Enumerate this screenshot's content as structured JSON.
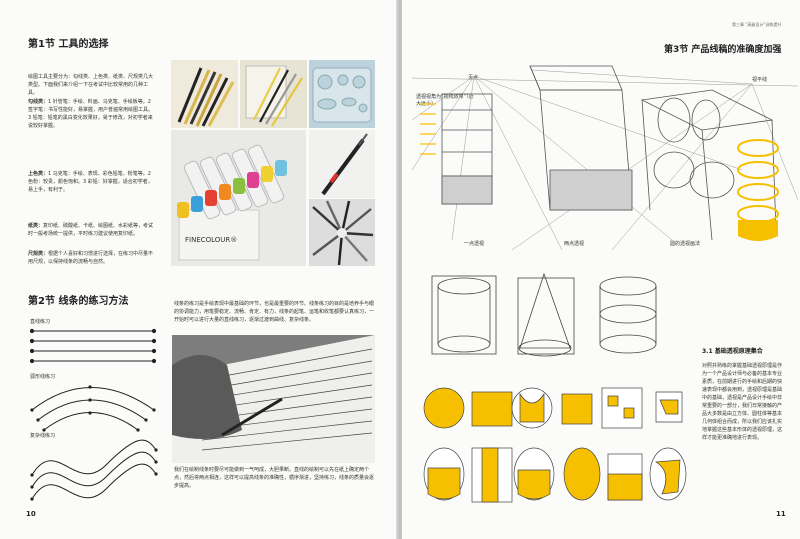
{
  "left_page": {
    "section1_title": "第1节  工具的选择",
    "section1_intro": "绘图工具主要分为：勾线类、上色类、纸类、尺规类几大类型。下面我们来介绍一下在考试中比较常用的几种工具。",
    "tool1_label": "勾线类：",
    "tool1_text": "1 针管笔：手绘、料画、马克笔、手绘板等。2 签字笔：书写性能好，易掌握，用户普遍常用绘图工具。3 铅笔：铅笔的黑白变化效果好，易于修改，对初学者来说较好掌握。",
    "tool2_label": "上色类：",
    "tool2_text": "1 马克笔：手绘、表现、彩色铅笔、粉笔等。2 色粉：较贵，颜色饱和。3 彩铅：好掌握，适合初学者，易上手，有利于。",
    "tool3_label": "纸类：",
    "tool3_text": "复印纸、硫酸纸、卡纸、绘图纸、水彩纸等，考试时一般考场统一提供，平时练习建议使用复印纸。",
    "tool4_label": "尺规类：",
    "tool4_text": "根据个人喜好和习惯进行选择，在练习中尽量不用尺规，以保持线条的流畅与自然。",
    "section2_title": "第2节  线条的练习方法",
    "line_label1": "直线练习",
    "line_label2": "弧形线练习",
    "line_label3": "复杂线练习",
    "section2_text1": "线条的练习是手绘表现中最基础的环节，也是最重要的环节。线条练习的目的是培养手与眼的协调能力，用笔要稳定、流畅、肯定、有力，线条的起笔、运笔和收笔都要认真练习，一开始时可以进行大量的直线练习，逐渐过渡到曲线、复杂线条。",
    "section2_text2": "我们在绘制线条时要尽可能做到一气呵成，大胆果断。直线的绘制可以先在纸上确定两个点，然后将两点相连，这样可以提高线条的准确性，循序渐进，坚持练习，线条的质量会逐步提高。",
    "page_number": "10",
    "photo_pen_brand": "FINECOLOUR",
    "photo_marker_text": "FINECOLOUR®"
  },
  "right_page": {
    "running_header": "第三章 “高级设计”训练提升",
    "section3_title": "第3节  产品线稿的准确度加强",
    "label_vanishing": "灭点",
    "label_horizon": "视平线",
    "label_note": "透视视角为“视线效果”（近大远小）",
    "label_one_point": "一点透视",
    "label_two_point": "两点透视",
    "label_cylinder": "圆的透视画法",
    "subsection": "3.1  基础透视原理集合",
    "subsection_text": "对照并熟练的掌握基础透视原理是作为一个产品设计师与必备的基本专业素质，在前期进行的手绘和后期的快速表现中都会用到，透视原理是基础中的基础，透视是产品设计手绘中非常重要的一部分，我们日常接触的产品大多数是由立方体、圆柱体等基本几何体组合而成，所以我们应该扎实地掌握这些基本形体的透视原理，这样才能更准确地进行表现。",
    "page_number": "11"
  },
  "colors": {
    "accent_yellow": "#f6c000",
    "paper": "#fbfbf9",
    "sketch_gray": "#888888"
  }
}
